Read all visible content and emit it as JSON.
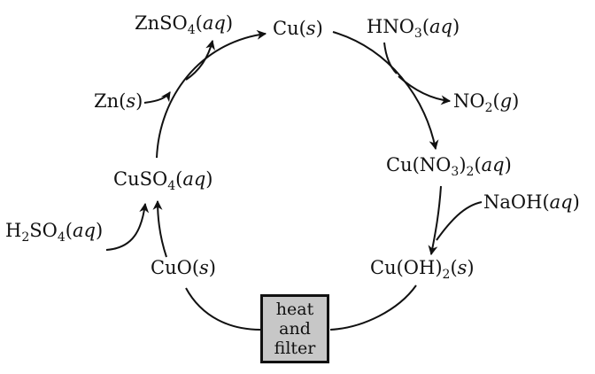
{
  "colors": {
    "stroke": "#111111",
    "box_fill": "#c7c7c7",
    "background": "#ffffff"
  },
  "species": {
    "cu_s": {
      "base": "Cu",
      "state": "s"
    },
    "hno3": {
      "pre": "HNO",
      "sub": "3",
      "state": "aq"
    },
    "no2": {
      "pre": "NO",
      "sub": "2",
      "state": "g"
    },
    "cu_no3_2": {
      "pre": "Cu(NO",
      "sub1": "3",
      "mid": ")",
      "sub2": "2",
      "state": "aq"
    },
    "naoh": {
      "base": "NaOH",
      "state": "aq"
    },
    "cu_oh_2": {
      "pre": "Cu(OH)",
      "sub": "2",
      "state": "s"
    },
    "cuo": {
      "base": "CuO",
      "state": "s"
    },
    "h2so4": {
      "pre": "H",
      "sub1": "2",
      "mid": "SO",
      "sub2": "4",
      "state": "aq"
    },
    "cuso4": {
      "pre": "CuSO",
      "sub": "4",
      "state": "aq"
    },
    "zn": {
      "base": "Zn",
      "state": "s"
    },
    "znso4": {
      "pre": "ZnSO",
      "sub": "4",
      "state": "aq"
    }
  },
  "process_box": {
    "line1": "heat",
    "line2": "and",
    "line3": "filter"
  }
}
